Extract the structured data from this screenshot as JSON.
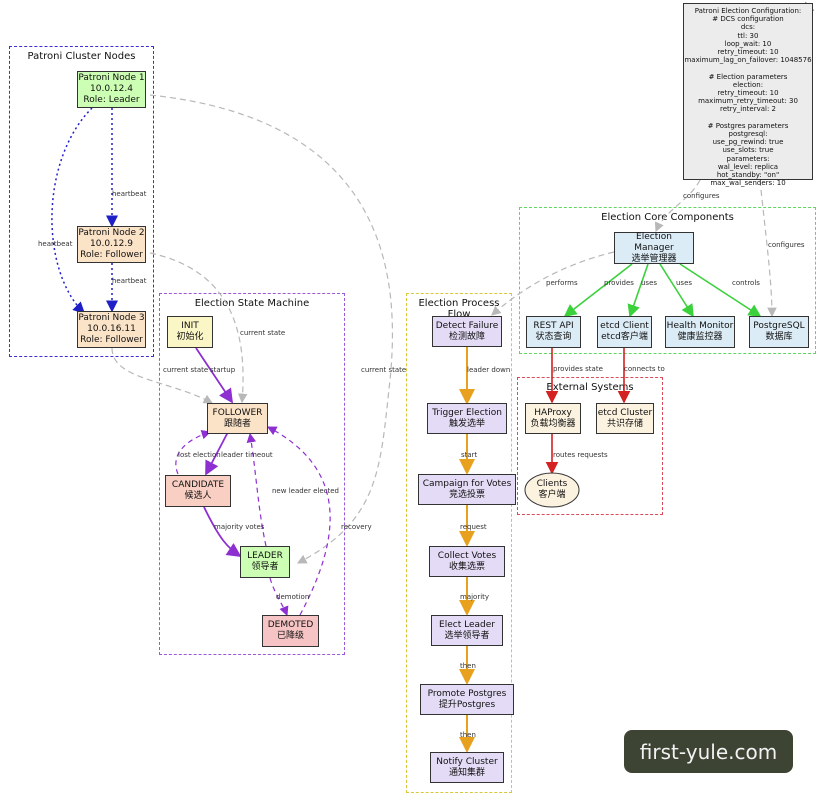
{
  "clusters": {
    "patroni_nodes": "Patroni Cluster Nodes",
    "state_machine": "Election State Machine",
    "process_flow": "Election Process Flow",
    "core_components": "Election Core Components",
    "external": "External Systems"
  },
  "nodes": {
    "node1": [
      "Patroni Node 1",
      "10.0.12.4",
      "Role: Leader"
    ],
    "node2": [
      "Patroni Node 2",
      "10.0.12.9",
      "Role: Follower"
    ],
    "node3": [
      "Patroni Node 3",
      "10.0.16.11",
      "Role: Follower"
    ],
    "init": [
      "INIT",
      "初始化"
    ],
    "follower": [
      "FOLLOWER",
      "跟随者"
    ],
    "candidate": [
      "CANDIDATE",
      "候选人"
    ],
    "leader": [
      "LEADER",
      "领导者"
    ],
    "demoted": [
      "DEMOTED",
      "已降级"
    ],
    "detect": [
      "Detect Failure",
      "检测故障"
    ],
    "trigger": [
      "Trigger Election",
      "触发选举"
    ],
    "campaign": [
      "Campaign for Votes",
      "竞选投票"
    ],
    "collect": [
      "Collect Votes",
      "收集选票"
    ],
    "elect": [
      "Elect Leader",
      "选举领导者"
    ],
    "promote": [
      "Promote Postgres",
      "提升Postgres"
    ],
    "notify": [
      "Notify Cluster",
      "通知集群"
    ],
    "manager": [
      "Election Manager",
      "选举管理器"
    ],
    "rest": [
      "REST API",
      "状态查询"
    ],
    "etcd_client": [
      "etcd Client",
      "etcd客户端"
    ],
    "health": [
      "Health Monitor",
      "健康监控器"
    ],
    "postgres": [
      "PostgreSQL",
      "数据库"
    ],
    "haproxy": [
      "HAProxy",
      "负载均衡器"
    ],
    "etcd_cluster": [
      "etcd Cluster",
      "共识存储"
    ],
    "clients": [
      "Clients",
      "客户端"
    ]
  },
  "edge_labels": {
    "heartbeat_a": "heartbeat",
    "heartbeat_b": "heartbeat",
    "heartbeat_c": "heartbeat",
    "current_state_a": "current state",
    "current_state_b": "current state",
    "current_state_c": "current state",
    "startup": "startup",
    "lost_election": "lost election",
    "leader_timeout": "leader timeout",
    "majority_votes": "majority votes",
    "new_leader_elected": "new leader elected",
    "demotion": "demotion",
    "recovery": "recovery",
    "leader_down": "leader down",
    "start": "start",
    "request": "request",
    "majority": "majority",
    "then_a": "then",
    "then_b": "then",
    "performs": "performs",
    "provides": "provides",
    "uses_a": "uses",
    "uses_b": "uses",
    "controls": "controls",
    "configures_a": "configures",
    "configures_b": "configures",
    "provides_state": "provides state",
    "connects_to": "connects to",
    "routes_requests": "routes requests"
  },
  "config_note": [
    "Patroni Election Configuration:",
    "# DCS configuration",
    "dcs:",
    "ttl: 30",
    "loop_wait: 10",
    "retry_timeout: 10",
    "maximum_lag_on_failover: 1048576",
    "",
    "# Election parameters",
    "election:",
    "retry_timeout: 10",
    "maximum_retry_timeout: 30",
    "retry_interval: 2",
    "",
    "# Postgres parameters",
    "postgresql:",
    "use_pg_rewind: true",
    "use_slots: true",
    "parameters:",
    "wal_level: replica",
    "hot_standby: \"on\"",
    "max_wal_senders: 10"
  ],
  "watermark": "first-yule.com",
  "colors": {
    "leader_green": "#ccffb3",
    "follower_orange": "#fbe3c8",
    "init_yellow": "#fbf6c6",
    "candidate_red": "#f8cfc2",
    "demoted_red": "#f6c4c4",
    "process_purple": "#e4dcf6",
    "component_blue": "#dcecf6",
    "external_cream": "#fbf2e0",
    "purple_edge": "#8e2fd1",
    "orange_edge": "#e7a11f",
    "green_edge": "#3bd13b",
    "red_edge": "#d42222",
    "blue_edge": "#1f1fc8"
  }
}
